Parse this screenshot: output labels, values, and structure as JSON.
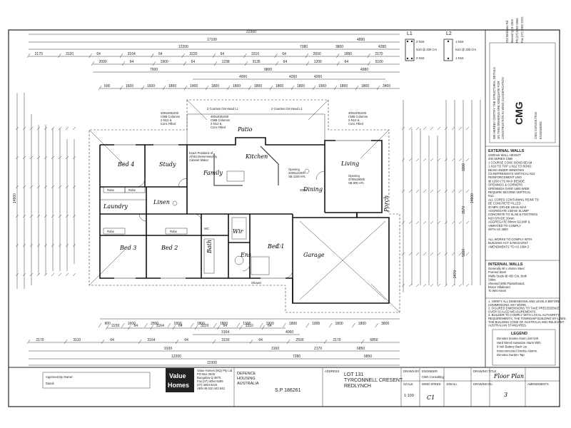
{
  "dimensions": {
    "top_overall": "22300",
    "top_row2": [
      "17100",
      "4890"
    ],
    "top_row3": [
      "12200",
      "7380",
      "3800",
      "4280"
    ],
    "top_row4": [
      "2170",
      "3120",
      "64",
      "3164",
      "64",
      "3220",
      "64",
      "3310",
      "64",
      "2650",
      "1890",
      "2170"
    ],
    "top_row5": [
      "2090",
      "64",
      "1900",
      "64",
      "1238",
      "3135",
      "64",
      "1200",
      "64",
      "5100"
    ],
    "top_row6": [
      "7500",
      "9800",
      "4980"
    ],
    "top_row7": [
      "4000",
      "4260",
      "4260"
    ],
    "top_row8": [
      "600",
      "1600",
      "1600",
      "1800",
      "1900",
      "1800",
      "1800",
      "1800",
      "1800",
      "1800",
      "1900",
      "1800",
      "1800",
      "3400"
    ],
    "bottom_row1": [
      "900",
      "1600",
      "2800",
      "1800",
      "1800",
      "1800",
      "1900",
      "1900",
      "1800",
      "1800",
      "1800",
      "1800",
      "3800"
    ],
    "bottom_row2": [
      "2230",
      "64",
      "3164",
      "64",
      "3220",
      "64",
      "3310",
      "64"
    ],
    "bottom_row3": [
      "3164",
      "4060"
    ],
    "bottom_row4": [
      "2170",
      "3110",
      "64",
      "3164",
      "64",
      "3150",
      "64",
      "2500",
      "2170",
      "6850"
    ],
    "bottom_row5": [
      "9100",
      "3160",
      "2170",
      "6850"
    ],
    "bottom_row6": [
      "12200",
      "7280",
      "6850"
    ],
    "bottom_overall": "22300",
    "left_overall": "14800",
    "right_overall": "14800",
    "right_inner": [
      "3300",
      "3570",
      "5000",
      "2470"
    ]
  },
  "rooms": {
    "bed4": "Bed 4",
    "study": "Study",
    "family": "Family",
    "kitchen": "Kitchen",
    "dining": "Dining",
    "living": "Living",
    "patio": "Patio",
    "laundry": "Laundry",
    "linen": "Linen",
    "robe1": "Robe",
    "robe2": "Robe",
    "robe3": "Robe",
    "robe4": "Robe",
    "bed3": "Bed 3",
    "bed2": "Bed 2",
    "bath": "Bath",
    "wc": "WC",
    "wir": "Wir",
    "ens": "Ens",
    "bed1": "Bed 1",
    "garage": "Garage",
    "porch": "Porch",
    "shower": "Shower"
  },
  "annotations": {
    "columns_left": [
      "400x400x200",
      "CMB Columns",
      "2-N12 &",
      "Conc Filled"
    ],
    "columns_mid": [
      "400x400x200",
      "CMB Columns",
      "2-N12 &",
      "Conc Filled"
    ],
    "columns_right": [
      "400x400x200",
      "CMB Columns",
      "2-N12 &",
      "Conc Filled"
    ],
    "head_l1_left": "2 Courses CM Head L1",
    "head_l1_right": "2 Courses CM Head L1",
    "footings": [
      "Exact Positions of",
      "All Bo Determined by",
      "Cabinet Maker"
    ],
    "opening_dining": [
      "Opening",
      "3200x2100h",
      "SB 1100 AFL"
    ],
    "opening_living": [
      "Opening",
      "3700x2800h",
      "SB 900 AFL"
    ],
    "dim_3310": "3310"
  },
  "details": {
    "l1": {
      "title": "L1",
      "bar1": "2-N16",
      "bar2": "N10 @ 200 Crs",
      "bar3": "2-N16"
    },
    "l2": {
      "title": "L2",
      "bar1": "1-N16",
      "bar2": "N10 @ 200 Crs",
      "bar3": "1-N16"
    }
  },
  "notes": {
    "external_walls_title": "EXTERNAL WALLS",
    "external_walls": [
      "2400mm WALL HEIGHT",
      "200 SERIES CMB",
      "1 COURSE CONC BOND BEAM",
      "1-N16 TO TOP 1-N12 TO BOND",
      "BEAM UNDER WINDOWS",
      "CS REPRESENTS VERTICAL N12",
      "REINFORCEMENT UNO",
      "@ 1200 CTS MAX BESIDE",
      "OPENINGS & CORNERS",
      "OPENINGS OVER 1800 WIDE",
      "REQUIRE SECOND VERTICAL",
      "N12.",
      "ALL CORES CONTAINING REINF TO",
      "BE CONCRETE FILLED",
      "20 MPA GRADE 10mm MAX",
      "AGGREGATE 230mm SLUMP",
      "CONCRETE TO SLAB & FOOTINGS",
      "N20 GRADE 20mm",
      "AGGREGATE 80mm SLUMP &",
      "VIBRATED TO COMPLY",
      "WITH AS 3600"
    ],
    "compliance": [
      "ALL WORKS TO COMPLY WITH",
      "BUILDING ACT & RELEVANT",
      "AMENDMENTS TO AS 1684.3"
    ],
    "internal_walls_title": "INTERNAL WALLS",
    "internal_walls": [
      "Generally 90 x 45mm Steel",
      "Framed Steel",
      "Walls Studs @ 450 Crs. Both",
      "Sides",
      "Sheeted With Plasterboard,",
      "Brace Villaboard",
      "To Wet Areas"
    ],
    "general": [
      "1. VERIFY ALL DIMENSIONS AND LEVELS BEFORE",
      "COMMENCING ANY WORK.",
      "2. FIGURED DIMENSIONS TO TAKE PRECEDENCE",
      "OVER SCALED MEASUREMENTS.",
      "3. BUILDER TO COMPLY WITH LOCAL AUTHORITY",
      "REQUIREMENTS, THE TOWNSHIP BUILDING BY-LAWS,",
      "THE BUILDING CODE OF AUSTRALIA AND RELEVANT",
      "AUSTRALIAN STANDARDS."
    ],
    "legend_title": "LEGEND",
    "legend": [
      "Denotes Smoke Alarm 240 Volt",
      "Hard Wired Ionisation Alarm With",
      "9 Volt Battery Back Up.",
      "Interconnected Smoke Alarms.",
      "Denotes Garden Tap"
    ],
    "engineer_stamp": [
      "WE HEREBY CERTIFY THE STRUCTURAL DETAILS",
      "ON THIS DRAWING ARE ADEQUATE FOR",
      "CONSTRUCTION IN WIND CLASSIFICATION"
    ],
    "engineer_logo": "CMG",
    "engineer_name": [
      "CMG CONSULTING",
      "ENGINEERS"
    ],
    "engineer_addr": [
      "210 Brisbane Rd",
      "Booval QLD 4304",
      "Ph (07) 3282 5555",
      "Fax (07) 3282 2222"
    ]
  },
  "title_block": {
    "approved": "Approved By Owner:",
    "dated": "Dated:",
    "logo_line1": "Value",
    "logo_line2": "Homes",
    "company": [
      "Value Homes (NQ) Pty Ltd",
      "PO Box 2028",
      "Bungalow Q 4870",
      "Fax (07) 4054 6399",
      "(07) 4054 6444",
      "ABN 48 010 443 642"
    ],
    "client": [
      "DEFENCE",
      "HOUSING",
      "AUSTRALIA"
    ],
    "address_label": "ADDRESS",
    "address": [
      "LOT 131",
      "TYRCONNELL CRESENT",
      "REDLYNCH"
    ],
    "sp": "S.P 186261",
    "drawn_by_label": "DRAWN BY",
    "engineer_label": "ENGINEER",
    "engineer_val": "CMG Consulting",
    "drawing_title_label": "DRAWING TITLE",
    "drawing_title": "Floor Plan",
    "scale_label": "SCALE",
    "scale": "1:100",
    "wind_speed_label": "WIND SPEED",
    "wind_speed": "C1",
    "job_label": "JOB No.",
    "drawing_no_label": "DRAWING No.",
    "drawing_no": "3",
    "amendments_label": "AMENDMENTS"
  }
}
